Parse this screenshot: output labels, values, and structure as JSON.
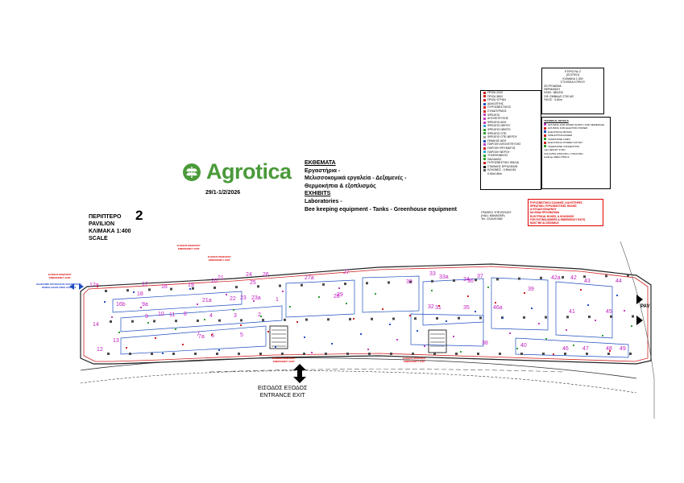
{
  "logo": {
    "text": "Agrotica"
  },
  "dates": "29/1-1/2/2026",
  "exhibits": {
    "heading_gr": "ΕΚΘΕΜΑΤΑ",
    "line1_gr": "Εργαστήρια -",
    "line2_gr": "Μελισσοκομικά εργαλεία - Δεξαμενές -",
    "line3_gr": "Θερμοκήπια & εξοπλισμός",
    "heading_en": "EXHIBITS",
    "line1_en": "Laboratories -",
    "line2_en": "Bee keeping equipment - Tanks - Greenhouse equipment"
  },
  "pavilion": {
    "label_gr": "ΠΕΡΙΠΤΕΡΟ",
    "label_en": "PAVILION",
    "scale_gr": "ΚΛΙΜΑΚΑ 1:400",
    "scale_en": "SCALE",
    "number": "2"
  },
  "building_info": {
    "l1": "ΚΤΙΡΙΟ No 2",
    "l2": "(ΙΣΟΓΕΙΟ)",
    "l3": "ΚΛΙΜΑΚΑ 1:400",
    "l4": "ΣΤΟΙΧΕΙΑ ΚΤΙΡΙΟΥ",
    "l5": "ΣΚΥΡΟΔΕΜΑ",
    "l6": "ΘΕΡΜΑΝΣΗ",
    "l7": "ΗΛΕΚ. 380/220",
    "l8": "ΟΦ. ΕΜΒΑΔΟ 2730   M2",
    "l9": "ΥΨΟΣ : 3.60m"
  },
  "legend": [
    {
      "label": "ΠΡΙΖΑ 220V",
      "color": "#d02020"
    },
    {
      "label": "ΠΡΙΖΑ 380V",
      "color": "#d02020"
    },
    {
      "label": "ΠΡΙΖΑ ΥΓΡΩΝ",
      "color": "#d02020"
    },
    {
      "label": "ΔΙΑΚΟΠΤΗΣ",
      "color": "#2050c0"
    },
    {
      "label": "ΠΥΡΟΣΒΕΣΤΙΚΟΣ",
      "color": "#d02020"
    },
    {
      "label": "ΣΥΝΑΓΕΡΜΟΣ",
      "color": "#d02020"
    },
    {
      "label": "ΦΡΕΑΤΙΟ",
      "color": "#c040c0"
    },
    {
      "label": "ΑΠΟΧΕΤΕΥΣΗΣ",
      "color": "#c040c0"
    },
    {
      "label": "ΦΡΕΑΤΙΟ ΔΕΗ",
      "color": "#c040c0"
    },
    {
      "label": "ΦΡΕΑΤΙΟ ΝΕΡΟΥ",
      "color": "#30a0d0"
    },
    {
      "label": "ΦΡΕΑΤΙΟ ΝΕΚΡΟ",
      "color": "#30a030"
    },
    {
      "label": "ΦΡΕΑΤΙΟ ΟΤΕ",
      "color": "#30a030"
    },
    {
      "label": "ΦΡΕΑΤΙΟ ΟΤΕ-ΝΕΡΟΥ",
      "color": "#a0a0a0"
    },
    {
      "label": "ΠΙΝΑΚΑΣ ΔΕΗ",
      "color": "#2050c0"
    },
    {
      "label": "ΠΑΡΟΧΗ ΑΠΟΧΕΤΕΥΣΗΣ",
      "color": "#c040c0"
    },
    {
      "label": "ΠΑΡΟΧΗ ΡΕΥΜΑΤΟΣ",
      "color": "#d02020"
    },
    {
      "label": "ΠΑΡΟΧΗ ΝΕΡΟΥ",
      "color": "#30a0d0"
    },
    {
      "label": "ΤΗΛΕΦΩΝΙΚΟΣ",
      "color": "#30a030"
    },
    {
      "label": "ΘΑΛΑΜΟΣ",
      "color": "#30a030"
    },
    {
      "label": "ΠΥΡΟΣΒΕΣΤΙΚΗ ΦΩΛΙΑ",
      "color": "#d02020"
    },
    {
      "label": "ΣΤΑΘΜΟΣ ΕΡΓΑΛΕΙΩΝ",
      "color": "#000000"
    },
    {
      "label": "ΚΟΛΩΝΕΣ : 0.80x0.80,",
      "color": "#606060"
    },
    {
      "label": "0.50x0.80m",
      "color": "#ffffff"
    }
  ],
  "technical": {
    "title": "TECHNICAL DETAILS",
    "items": [
      {
        "label": "HOUSING FOR WATER SUPPLY AND SEWERAGE",
        "color": "#c040c0"
      },
      {
        "label": "HOUSING FOR ELECTRIC POWER",
        "color": "#d02020"
      },
      {
        "label": "ELECTRICAL BOXES",
        "color": "#2050c0"
      },
      {
        "label": "FIRE EXTINGUISHER",
        "color": "#d02020"
      },
      {
        "label": "TELEPHONE LINES",
        "color": "#30a030"
      },
      {
        "label": "ELECTRICAL POWER OUTLET",
        "color": "#d02020"
      },
      {
        "label": "TELEPHONE CONNECTION",
        "color": "#30a030"
      }
    ],
    "height": "max HEIGHT 3.60m",
    "columns": "COLUMNS 0.80x0.80m, 0.50x0.80m",
    "area": "loadings AREA 2750m2"
  },
  "red_notice": {
    "l1": "ΠΥΡΟΣΒΕΣΤΙΚΟΙ ΣΩΛΗΝΕΣ, ΚΑΛΥΠΤΗΡΕΣ",
    "l2": "ΦΡΕΑΤΙΩΝ, ΠΥΡΟΣΒΕΣΤΙΚΕΣ ΦΩΛΙΕΣ",
    "l3": "& ΕΞΟΔΟΙ ΚΙΝΔΥΝΟΥ",
    "l4": "ΝΑ ΕΙΝΑΙ ΠΡΟΣΒΑΣΙΜΑ",
    "l5": "ELECTRICAL BOXES, & HOUSINGS",
    "l6": "FOR EXTINGUISHERS & EMERGENCY EXITS",
    "l7": "MUST BE ACCESSIBLE"
  },
  "phone": {
    "l1": "ΓΡΑΦΕΙΟ ΥΠΕΥΘΥΝΟΥ",
    "l2": "(HALL MANAGER)",
    "l3": "Tel.: 2310291982"
  },
  "entrance": {
    "gr": "ΕΙΣΟΔΟΣ  ΕΞΟΔΟΣ",
    "en": "ENTRANCE  EXIT"
  },
  "labels": {
    "emergency_top": "ΕΞΟΔΟΣ ΚΙΝΔΥΝΟΥ",
    "emergency_top_en": "EMERGENCY EXIT",
    "emergency_left": "ΕΞΟΔΟΣ ΚΙΝΔΥΝΟΥ",
    "emergency_left_en": "EMERGENCY EXIT",
    "disabled": "ΔΙΑΔΡΟΜΗ ΠΡΟΣΒΑΣΗΣ ΑΝΑΠΗΡΙΚΟΥ",
    "disabled_en": "WHEELCHAIR FREE ACCESS",
    "pav_right": "PAV"
  },
  "stands": [
    "17a",
    "17",
    "16",
    "18",
    "19",
    "20",
    "21",
    "24",
    "25",
    "26",
    "27",
    "27a",
    "28",
    "29",
    "30",
    "33",
    "33a",
    "34",
    "36",
    "37",
    "38",
    "39",
    "40",
    "41",
    "42",
    "42a",
    "43",
    "44",
    "45",
    "46",
    "47",
    "48",
    "49",
    "14",
    "13",
    "12",
    "16b",
    "9a",
    "9",
    "10",
    "11",
    "8",
    "7",
    "7a",
    "6",
    "5",
    "4",
    "3",
    "2",
    "1",
    "21a",
    "22",
    "23",
    "23a",
    "31",
    "32",
    "35",
    "46a"
  ]
}
